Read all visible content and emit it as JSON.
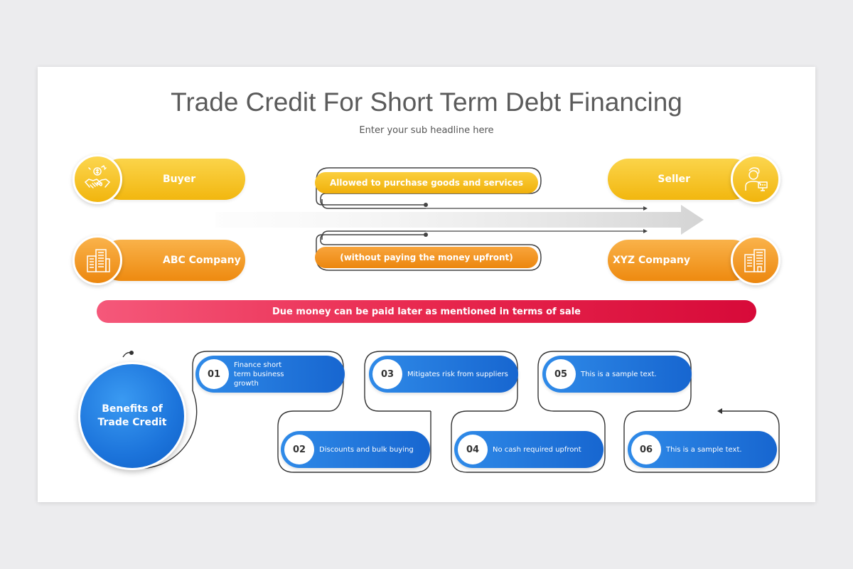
{
  "title": "Trade Credit For Short Term Debt Financing",
  "subtitle": "Enter your sub headline here",
  "parties": {
    "buyer": {
      "label": "Buyer",
      "icon": "handshake-money-icon"
    },
    "seller": {
      "label": "Seller",
      "icon": "seller-sale-icon"
    },
    "buyer_company": {
      "label": "ABC Company",
      "icon": "buildings-icon"
    },
    "seller_company": {
      "label": "XYZ Company",
      "icon": "buildings-icon"
    }
  },
  "flow": {
    "top_text": "Allowed to purchase goods and services",
    "bottom_text": "(without paying the money upfront)"
  },
  "banner": "Due money can be paid later as mentioned in terms of sale",
  "benefits_title": "Benefits of Trade Credit",
  "benefits": [
    {
      "num": "01",
      "text": "Finance short term business growth"
    },
    {
      "num": "02",
      "text": "Discounts and bulk buying"
    },
    {
      "num": "03",
      "text": "Mitigates risk from suppliers"
    },
    {
      "num": "04",
      "text": "No cash required upfront"
    },
    {
      "num": "05",
      "text": "This is a sample text."
    },
    {
      "num": "06",
      "text": "This is a sample text."
    }
  ],
  "colors": {
    "yellow": "#f2b70f",
    "orange": "#ee8a10",
    "red": "#e8284e",
    "blue": "#1766d0"
  }
}
